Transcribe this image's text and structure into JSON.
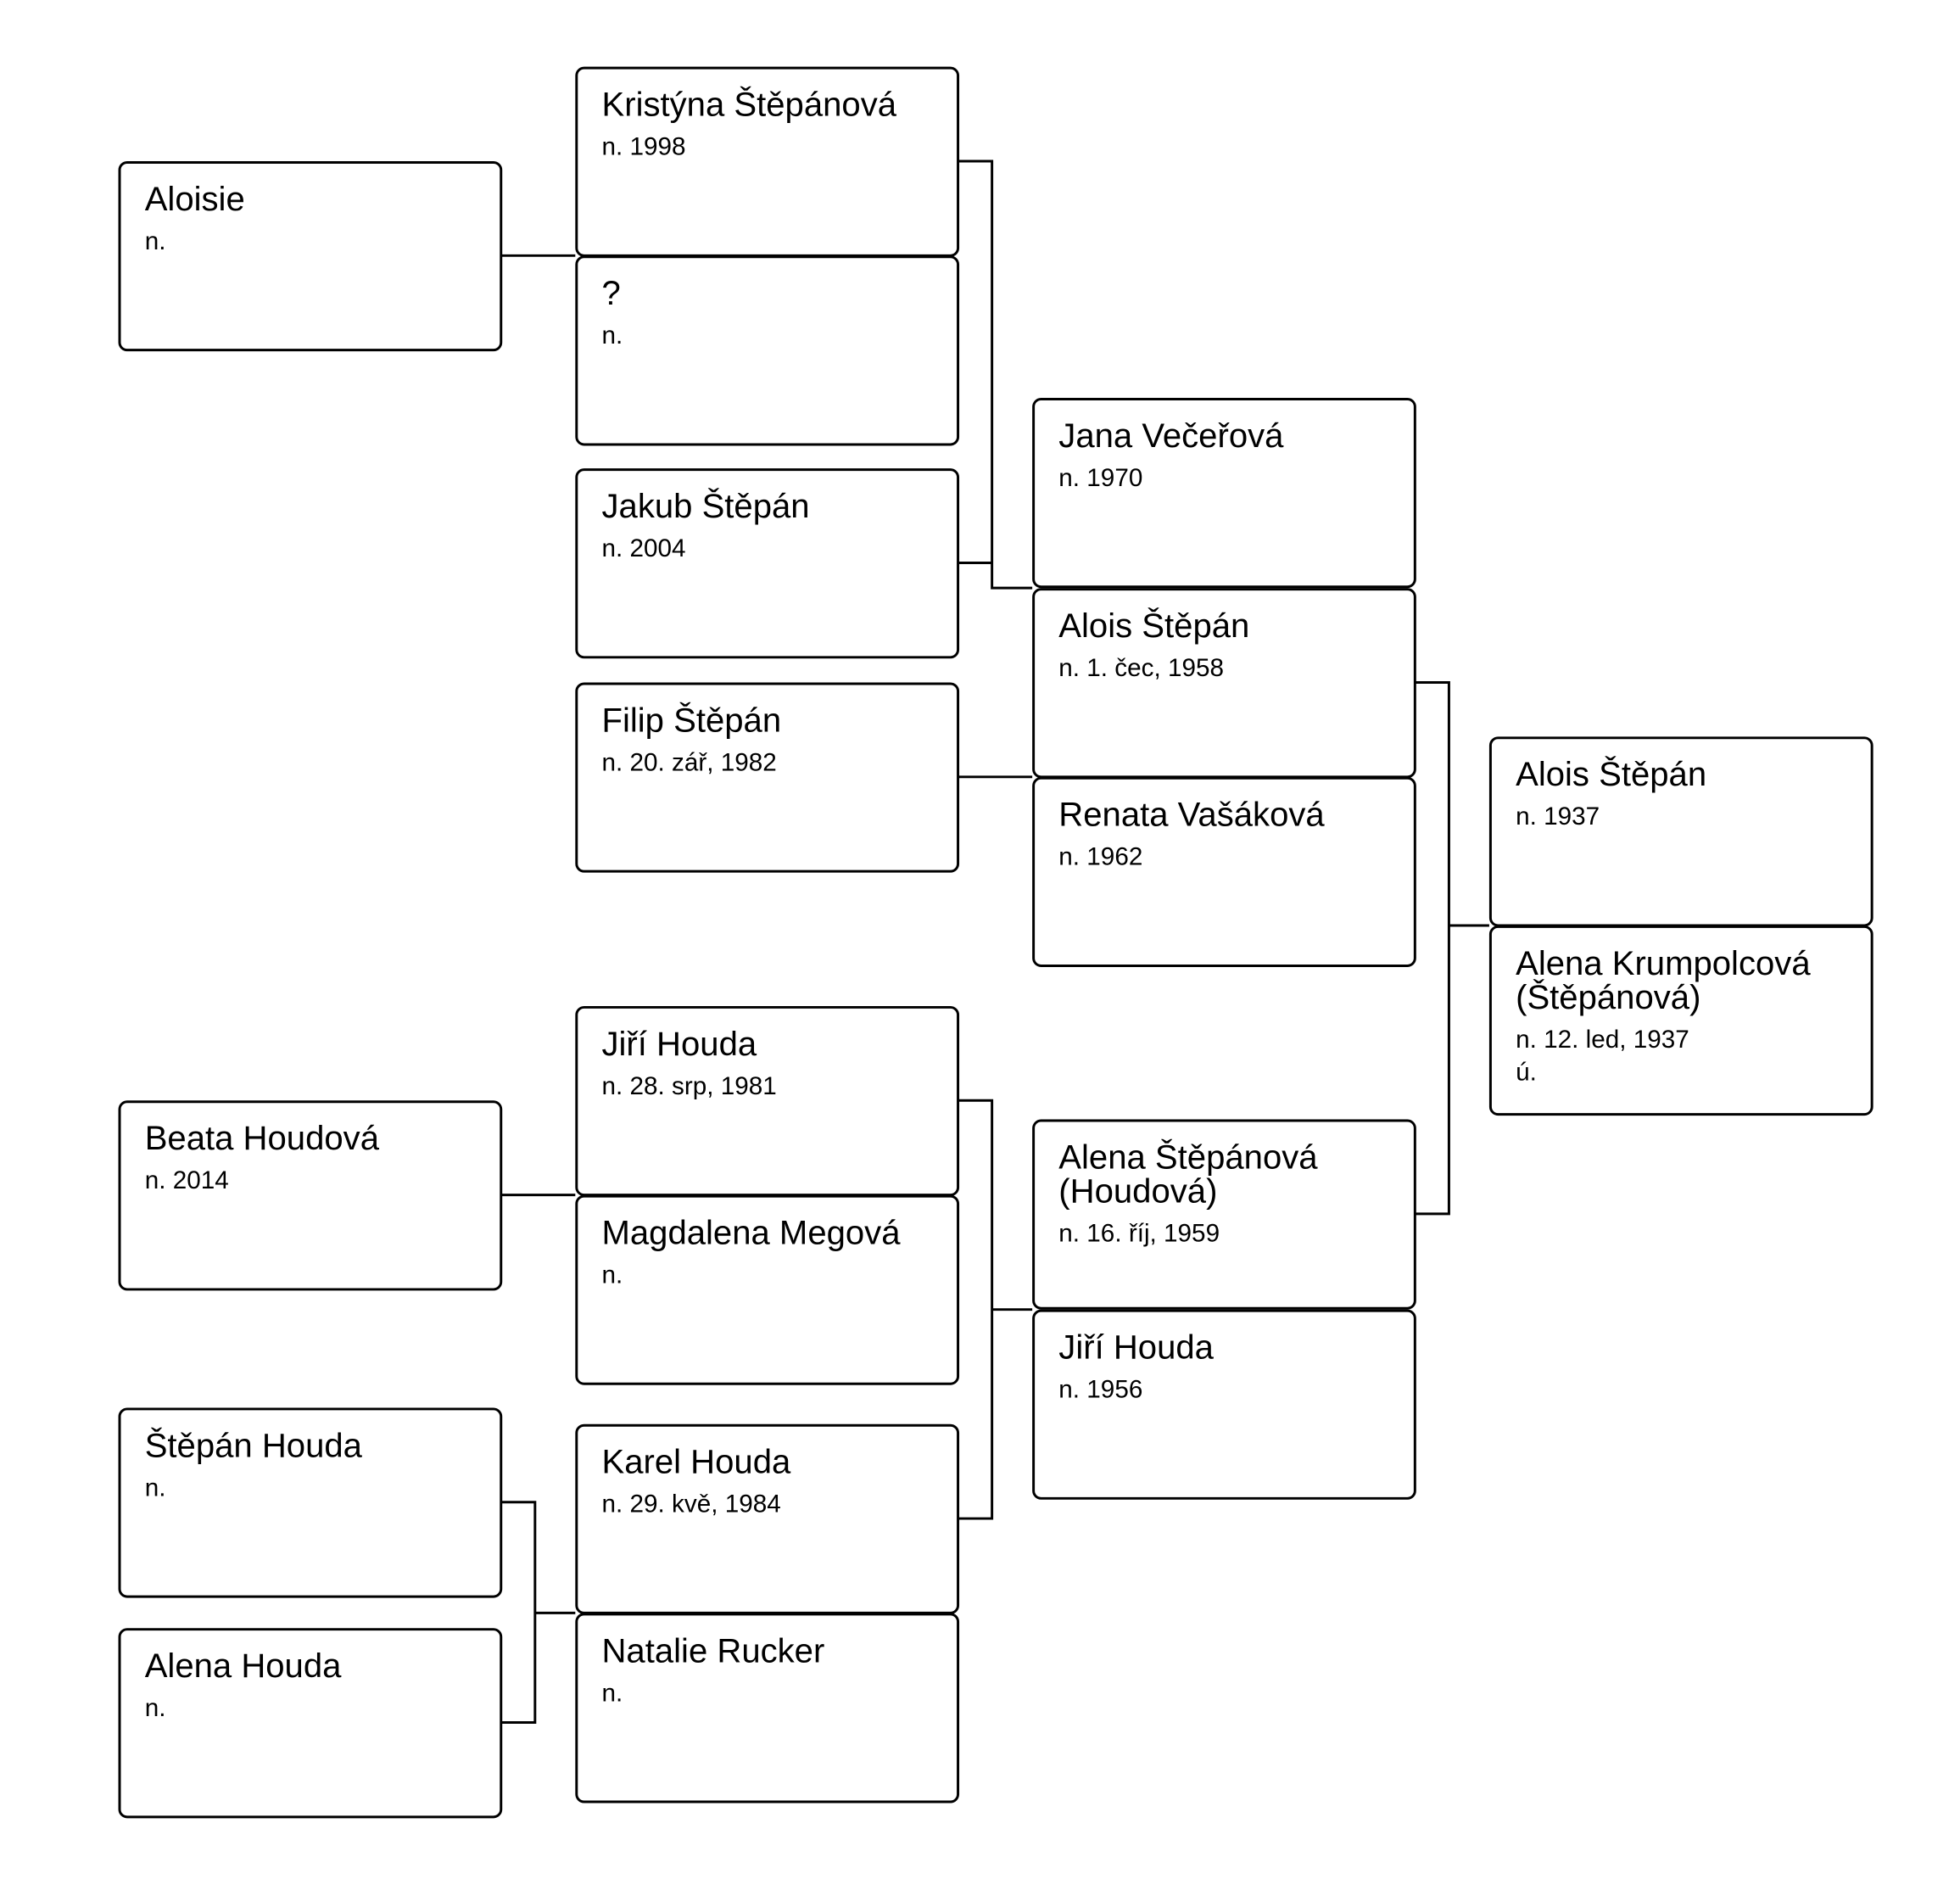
{
  "people": [
    {
      "id": "aloisie",
      "name": "Aloisie",
      "info": "n."
    },
    {
      "id": "kristyna-stepanova",
      "name": "Kristýna Štěpánová",
      "info": "n. 1998"
    },
    {
      "id": "unknown",
      "name": "?",
      "info": "n."
    },
    {
      "id": "jakub-stepan",
      "name": "Jakub Štěpán",
      "info": "n. 2004"
    },
    {
      "id": "filip-stepan",
      "name": "Filip Štěpán",
      "info": "n. 20. zář, 1982"
    },
    {
      "id": "jana-vecerova",
      "name": "Jana Večeřová",
      "info": "n. 1970"
    },
    {
      "id": "alois-stepan-1958",
      "name": "Alois Štěpán",
      "info": "n. 1. čec, 1958"
    },
    {
      "id": "renata-vasakova",
      "name": "Renata Vašáková",
      "info": "n. 1962"
    },
    {
      "id": "alois-stepan-1937",
      "name": "Alois Štěpán",
      "info": "n. 1937"
    },
    {
      "id": "alena-krumpolcova",
      "name": "Alena Krumpolcová\n(Štěpánová)",
      "info": "n. 12. led, 1937\nú."
    },
    {
      "id": "beata-houdova",
      "name": "Beata Houdová",
      "info": "n. 2014"
    },
    {
      "id": "jiri-houda-1981",
      "name": "Jiří Houda",
      "info": "n. 28. srp, 1981"
    },
    {
      "id": "magdalena-megova",
      "name": "Magdalena Megová",
      "info": "n."
    },
    {
      "id": "alena-stepanova-houdova",
      "name": "Alena Štěpánová\n(Houdová)",
      "info": "n. 16. říj, 1959"
    },
    {
      "id": "jiri-houda-1956",
      "name": "Jiří Houda",
      "info": "n. 1956"
    },
    {
      "id": "stepan-houda",
      "name": "Štěpán Houda",
      "info": "n."
    },
    {
      "id": "alena-houda",
      "name": "Alena Houda",
      "info": "n."
    },
    {
      "id": "karel-houda",
      "name": "Karel Houda",
      "info": "n. 29. kvě, 1984"
    },
    {
      "id": "natalie-rucker",
      "name": "Natalie Rucker",
      "info": "n."
    }
  ]
}
